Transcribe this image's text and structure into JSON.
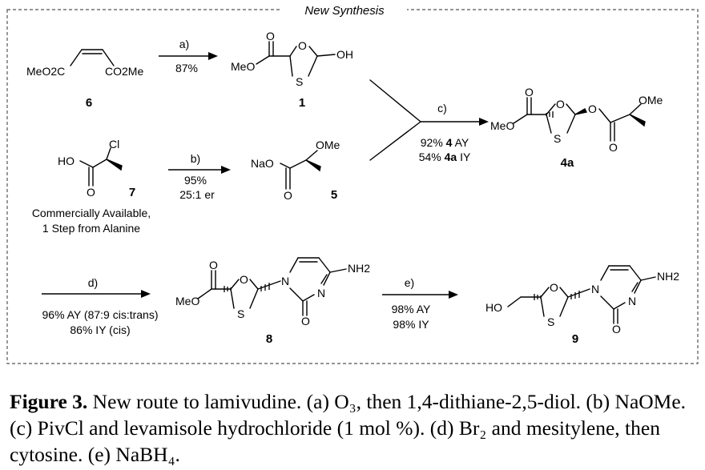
{
  "scheme": {
    "title": "New Synthesis",
    "compounds": {
      "c6": {
        "label": "6",
        "left": "MeO2C",
        "right": "CO2Me"
      },
      "c1": {
        "label": "1",
        "ester": "MeO",
        "oh": "OH",
        "ring_o": "O",
        "ring_s": "S",
        "carbonyl_o": "O"
      },
      "c7": {
        "label": "7",
        "ho": "HO",
        "cl": "Cl",
        "carbonyl_o": "O",
        "note_line1": "Commercially Available,",
        "note_line2": "1 Step from Alanine"
      },
      "c5": {
        "label": "5",
        "nao": "NaO",
        "ome": "OMe",
        "carbonyl_o": "O"
      },
      "c4a": {
        "label": "4a",
        "meo": "MeO",
        "ome": "OMe",
        "ring_o": "O",
        "ring_s": "S",
        "ester_o": "O",
        "carbonyl_o1": "O",
        "carbonyl_o2": "O"
      },
      "c8": {
        "label": "8",
        "meo": "MeO",
        "nh2": "NH2",
        "ring_o": "O",
        "ring_s": "S",
        "n1": "N",
        "n3": "N",
        "carbonyl_o1": "O",
        "carbonyl_o2": "O"
      },
      "c9": {
        "label": "9",
        "ho": "HO",
        "nh2": "NH2",
        "ring_o": "O",
        "ring_s": "S",
        "n1": "N",
        "n3": "N",
        "carbonyl_o": "O"
      }
    },
    "steps": {
      "a": {
        "label": "a)",
        "yield": "87%"
      },
      "b": {
        "label": "b)",
        "yield": "95%",
        "er": "25:1 er"
      },
      "c": {
        "label": "c)",
        "line1_pre": "92% ",
        "line1_bold": "4",
        "line1_post": " AY",
        "line2_pre": "54% ",
        "line2_bold": "4a",
        "line2_post": " IY"
      },
      "d": {
        "label": "d)",
        "line1": "96% AY (87:9 cis:trans)",
        "line2": "86% IY (cis)"
      },
      "e": {
        "label": "e)",
        "line1": "98% AY",
        "line2": "98% IY"
      }
    }
  },
  "caption": {
    "lead": "Figure 3.",
    "text": " New route to lamivudine. (a) O₃, then 1,4-dithiane-2,5-diol. (b) NaOMe. (c) PivCl and levamisole hydrochloride (1 mol %). (d) Br₂ and mesitylene, then cytosine. (e) NaBH₄."
  }
}
